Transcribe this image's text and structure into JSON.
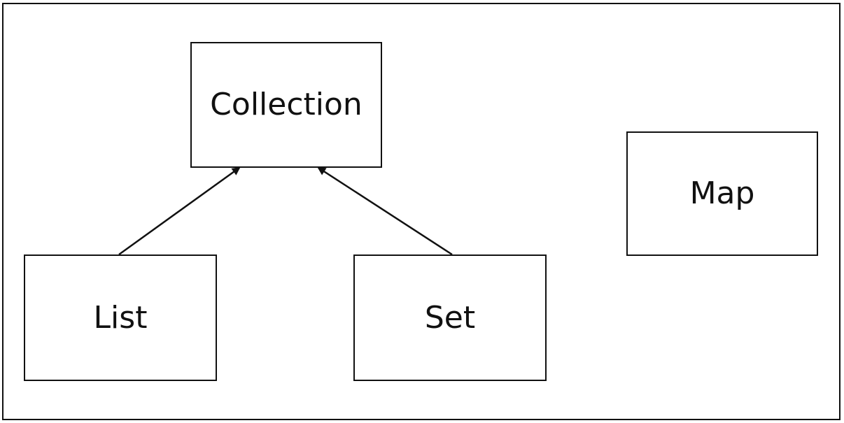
{
  "diagram": {
    "nodes": [
      {
        "id": "collection",
        "label": "Collection"
      },
      {
        "id": "list",
        "label": "List"
      },
      {
        "id": "set",
        "label": "Set"
      },
      {
        "id": "map",
        "label": "Map"
      }
    ],
    "edges": [
      {
        "from": "list",
        "to": "collection"
      },
      {
        "from": "set",
        "to": "collection"
      }
    ]
  }
}
